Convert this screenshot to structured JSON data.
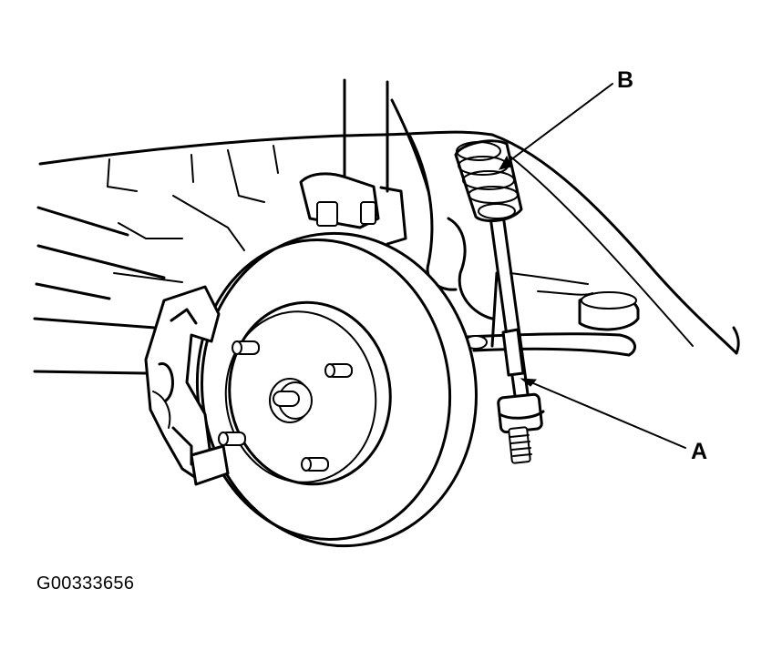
{
  "callouts": {
    "a": "A",
    "b": "B"
  },
  "figure_code": "G00333656"
}
